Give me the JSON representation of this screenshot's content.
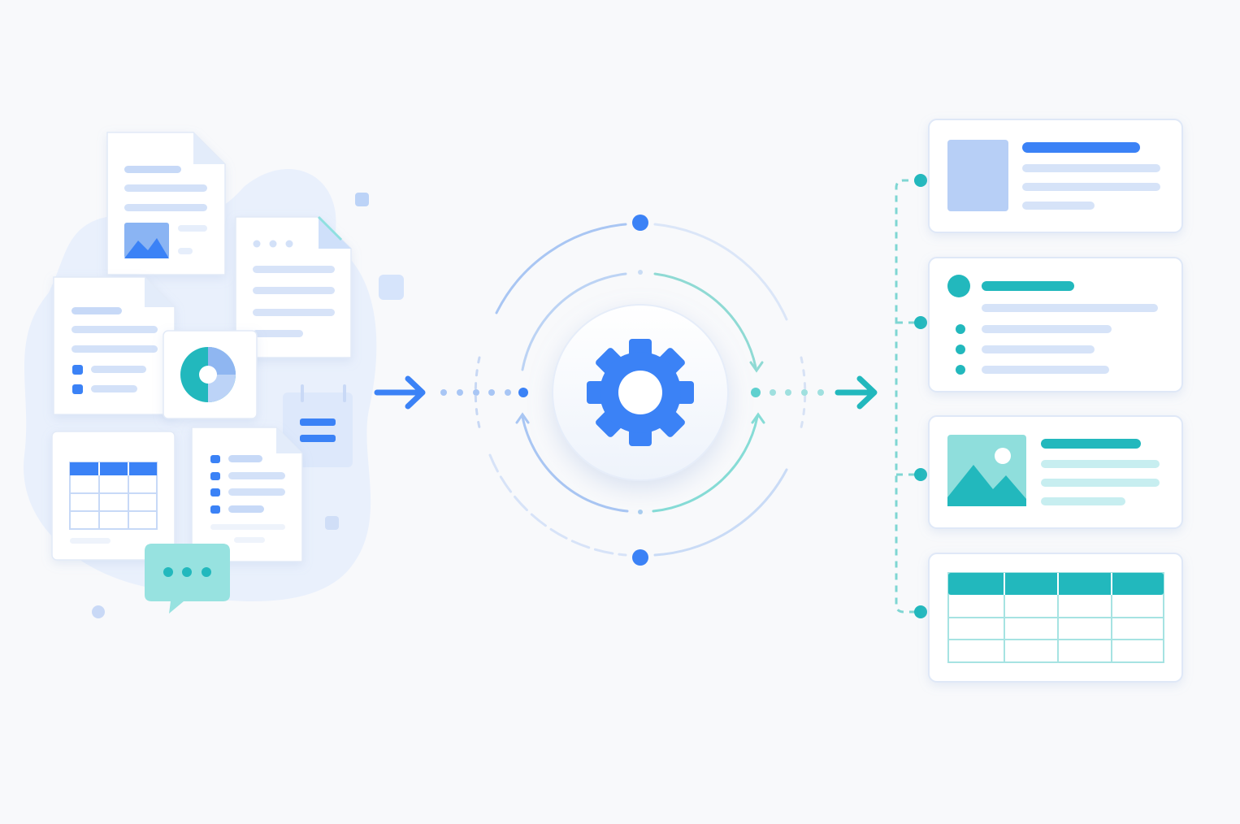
{
  "colors": {
    "background": "#f8f9fb",
    "primary_blue": "#3b82f6",
    "light_blue": "#bfd6fb",
    "pale_blue": "#dfe9fb",
    "teal": "#22b8bd",
    "light_teal": "#8fe0e0",
    "pale_teal": "#c6eef0",
    "card_border": "#dfe8f7",
    "line_gray": "#dbe5f6"
  },
  "input_stack": {
    "documents": [
      {
        "kind": "image-document",
        "icon": "image-icon"
      },
      {
        "kind": "text-document",
        "icon": "text-lines-icon"
      },
      {
        "kind": "checklist-document",
        "icon": "checklist-icon"
      },
      {
        "kind": "chart-card",
        "icon": "donut-chart-icon"
      },
      {
        "kind": "calendar-note",
        "icon": "calendar-icon"
      },
      {
        "kind": "spreadsheet-document",
        "icon": "table-icon"
      },
      {
        "kind": "bullet-list-document",
        "icon": "bullet-list-icon"
      },
      {
        "kind": "chat-bubble",
        "icon": "chat-icon"
      }
    ]
  },
  "processor": {
    "icon": "gear-icon",
    "input_arrow": "arrow-right-icon",
    "output_arrow": "arrow-right-icon"
  },
  "outputs": [
    {
      "kind": "text-block-card",
      "icon": "image-placeholder-icon",
      "accent": "#3b82f6"
    },
    {
      "kind": "list-card",
      "icon": "bullet-list-icon",
      "accent": "#22b8bd"
    },
    {
      "kind": "media-card",
      "icon": "image-icon",
      "accent": "#22b8bd"
    },
    {
      "kind": "table-card",
      "icon": "table-icon",
      "accent": "#22b8bd"
    }
  ]
}
